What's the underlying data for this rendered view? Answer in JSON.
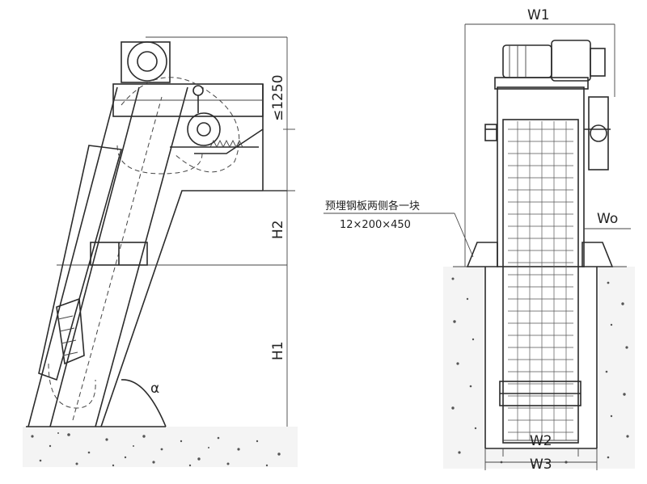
{
  "side_view": {
    "dimensions": {
      "top_clearance": "≤1250",
      "h2": "H2",
      "h1": "H1",
      "angle": "α"
    }
  },
  "front_view": {
    "dimensions": {
      "w1": "W1",
      "w0": "Wo",
      "w2": "W2",
      "w3": "W3"
    },
    "note": {
      "line1": "预埋钢板两侧各一块",
      "line2": "12×200×450"
    }
  }
}
